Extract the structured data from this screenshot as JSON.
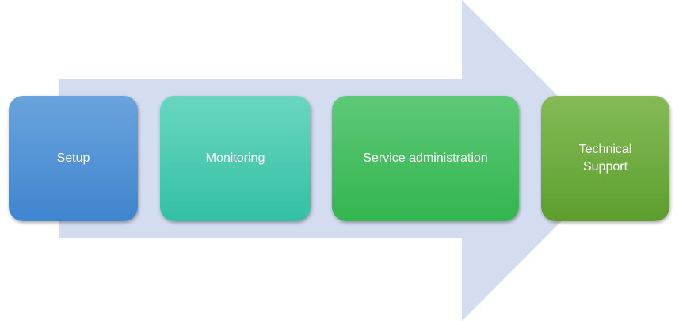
{
  "diagram": {
    "arrow_color": "#d3ddef",
    "steps": [
      {
        "label": "Setup",
        "color": "#4a8fd6"
      },
      {
        "label": "Monitoring",
        "color": "#45cbb0"
      },
      {
        "label": "Service administration",
        "color": "#45bf5f"
      },
      {
        "label": "Technical Support",
        "color": "#6dab3f"
      }
    ]
  }
}
